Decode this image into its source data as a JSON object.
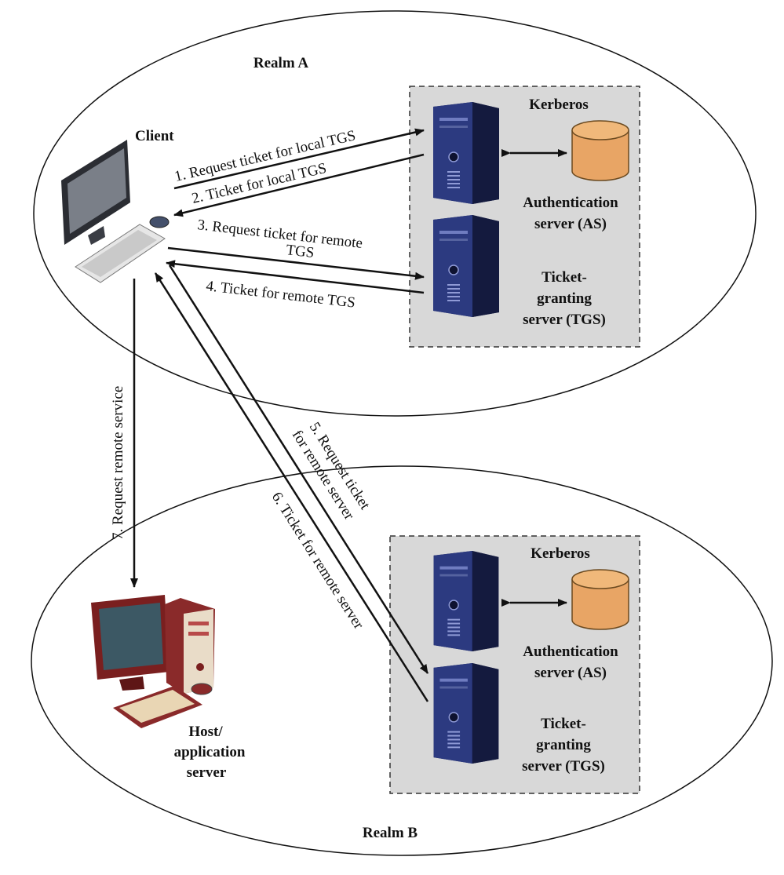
{
  "realm_a": {
    "label": "Realm A"
  },
  "realm_b": {
    "label": "Realm B"
  },
  "client": {
    "label": "Client"
  },
  "host": {
    "label_line1": "Host/",
    "label_line2": "application",
    "label_line3": "server"
  },
  "kerberos_a": {
    "title": "Kerberos",
    "as_line1": "Authentication",
    "as_line2": "server (AS)",
    "tgs_line1": "Ticket-",
    "tgs_line2": "granting",
    "tgs_line3": "server (TGS)"
  },
  "kerberos_b": {
    "title": "Kerberos",
    "as_line1": "Authentication",
    "as_line2": "server (AS)",
    "tgs_line1": "Ticket-",
    "tgs_line2": "granting",
    "tgs_line3": "server (TGS)"
  },
  "messages": {
    "m1": "1. Request ticket for local TGS",
    "m2": "2. Ticket for local TGS",
    "m3_line1": "3. Request ticket for remote",
    "m3_line2": "TGS",
    "m4": "4. Ticket for remote TGS",
    "m5_line1": "5. Request ticket",
    "m5_line2": "for remote server",
    "m6": "6. Ticket for remote server",
    "m7": "7. Request remote service"
  },
  "colors": {
    "server_blue": "#1f2a5e",
    "database_orange": "#e8a565",
    "kerberos_box_gray": "#d8d8d8",
    "host_maroon": "#7a1f1f"
  }
}
